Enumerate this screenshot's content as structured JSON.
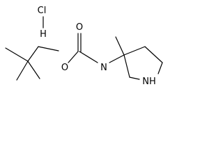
{
  "molecule": {
    "salt": {
      "cl": "Cl",
      "h": "H"
    },
    "atoms": {
      "carbonyl_o": "O",
      "ester_o": "O",
      "amide_n": "N",
      "ring_nh": "NH"
    }
  },
  "colors": {
    "bond": "#000000",
    "text": "#000000",
    "background": "#ffffff"
  }
}
